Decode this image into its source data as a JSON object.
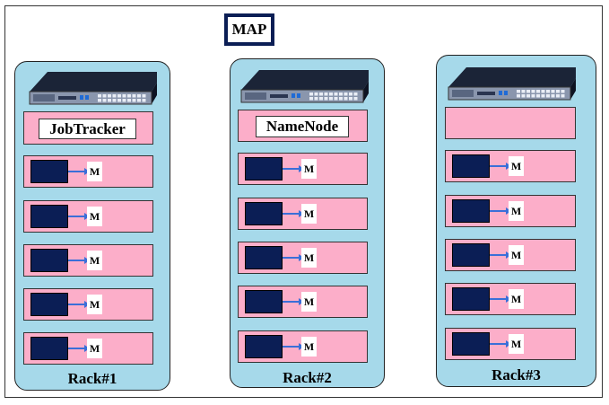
{
  "title": "MAP",
  "racks": [
    {
      "name": "Rack#1",
      "role_label": "JobTracker",
      "map_tasks": [
        "M",
        "M",
        "M",
        "M",
        "M"
      ]
    },
    {
      "name": "Rack#2",
      "role_label": "NameNode",
      "map_tasks": [
        "M",
        "M",
        "M",
        "M",
        "M"
      ]
    },
    {
      "name": "Rack#3",
      "role_label": "",
      "map_tasks": [
        "M",
        "M",
        "M",
        "M",
        "M"
      ]
    }
  ],
  "colors": {
    "rack_fill": "#a6d9ea",
    "node_fill": "#fcaec9",
    "task_fill": "#0b1e55",
    "arrow": "#3a6fd8",
    "server_body": "#1b2437",
    "server_front": "#8a96ad"
  },
  "icons": {
    "server": "rack-server-icon"
  }
}
